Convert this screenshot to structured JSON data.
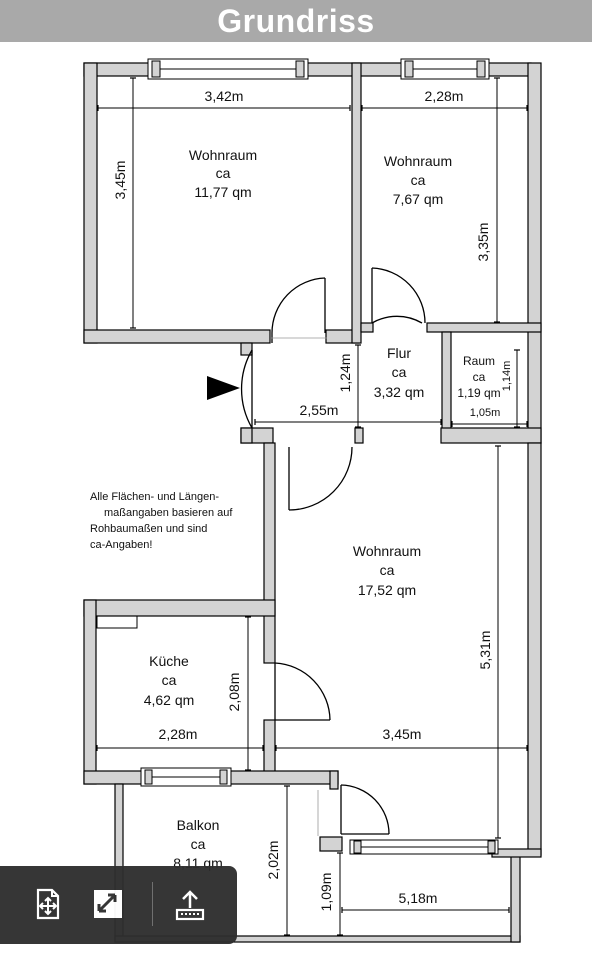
{
  "header": {
    "title": "Grundriss"
  },
  "rooms": [
    {
      "name": "Wohnraum",
      "ca": "ca",
      "area": "11,77 qm"
    },
    {
      "name": "Wohnraum",
      "ca": "ca",
      "area": "7,67 qm"
    },
    {
      "name": "Flur",
      "ca": "ca",
      "area": "3,32 qm"
    },
    {
      "name": "Raum",
      "ca": "ca",
      "area": "1,19 qm"
    },
    {
      "name": "Wohnraum",
      "ca": "ca",
      "area": "17,52 qm"
    },
    {
      "name": "Küche",
      "ca": "ca",
      "area": "4,62 qm"
    },
    {
      "name": "Balkon",
      "ca": "ca",
      "area": "8,11 qm"
    }
  ],
  "dimensions": {
    "d_342": "3,42m",
    "d_345_v": "3,45m",
    "d_228_top": "2,28m",
    "d_335": "3,35m",
    "d_124": "1,24m",
    "d_255": "2,55m",
    "d_114": "1,14m",
    "d_105": "1,05m",
    "d_531": "5,31m",
    "d_208": "2,08m",
    "d_228_kitchen": "2,28m",
    "d_345_h": "3,45m",
    "d_202": "2,02m",
    "d_109": "1,09m",
    "d_518": "5,18m"
  },
  "note": {
    "line1": "Alle Flächen- und Längen-",
    "line2": "maßangaben basieren auf",
    "line3": "Rohbaumaßen und sind",
    "line4": "ca-Angaben!"
  },
  "colors": {
    "wall_fill": "#d3d3d3",
    "wall_stroke": "#000000",
    "title_bg": "#a9a9a9",
    "toolbar_bg": "#2e2e2e"
  },
  "toolbar": {
    "icons": [
      "fit-to-page-icon",
      "fullscreen-icon",
      "export-icon"
    ]
  }
}
